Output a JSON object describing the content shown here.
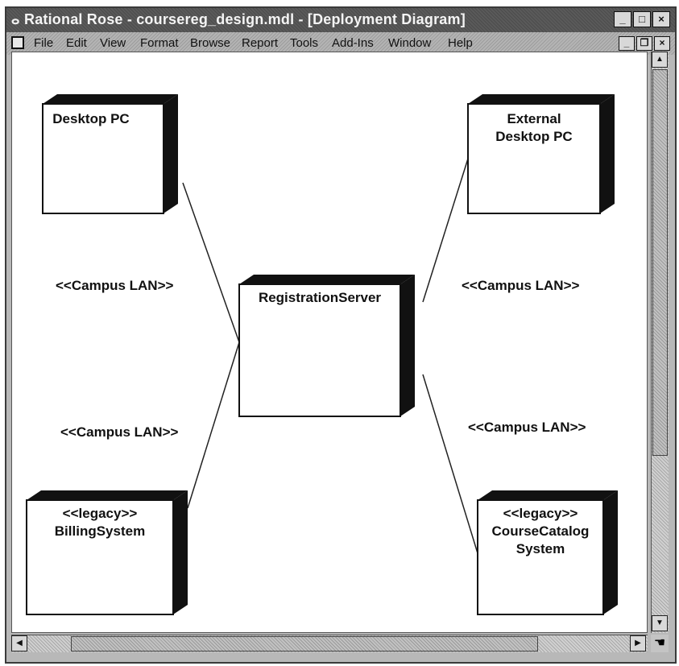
{
  "window": {
    "title": "Rational Rose - coursereg_design.mdl - [Deployment Diagram]",
    "controls": {
      "minimize": "_",
      "maximize": "□",
      "close": "×"
    }
  },
  "menu": {
    "items": [
      {
        "label": "File"
      },
      {
        "label": "Edit"
      },
      {
        "label": "View"
      },
      {
        "label": "Format"
      },
      {
        "label": "Browse"
      },
      {
        "label": "Report"
      },
      {
        "label": "Tools"
      },
      {
        "label": "Add-Ins"
      },
      {
        "label": "Window"
      },
      {
        "label": "Help"
      }
    ],
    "mdi_controls": {
      "minimize": "_",
      "restore": "❐",
      "close": "×"
    }
  },
  "diagram": {
    "nodes": [
      {
        "name": "desktop-pc",
        "stereotype": "",
        "label_line1": "Desktop PC",
        "label_line2": ""
      },
      {
        "name": "external-desktop-pc",
        "stereotype": "",
        "label_line1": "External",
        "label_line2": "Desktop PC"
      },
      {
        "name": "registration-server",
        "stereotype": "",
        "label_line1": "RegistrationServer",
        "label_line2": ""
      },
      {
        "name": "billing-system",
        "stereotype": "<<legacy>>",
        "label_line1": "BillingSystem",
        "label_line2": ""
      },
      {
        "name": "course-catalog-system",
        "stereotype": "<<legacy>>",
        "label_line1": "CourseCatalog",
        "label_line2": "System"
      }
    ],
    "connections": [
      {
        "label": "<<Campus LAN>>"
      },
      {
        "label": "<<Campus LAN>>"
      },
      {
        "label": "<<Campus LAN>>"
      },
      {
        "label": "<<Campus LAN>>"
      }
    ]
  },
  "scrollbars": {
    "up_arrow_icon": "triangle-up",
    "down_arrow_icon": "triangle-down",
    "left_arrow_icon": "triangle-left",
    "right_arrow_icon": "triangle-right"
  },
  "colors": {
    "node_face": "#ffffff",
    "node_side": "#111111",
    "line": "#222222"
  }
}
